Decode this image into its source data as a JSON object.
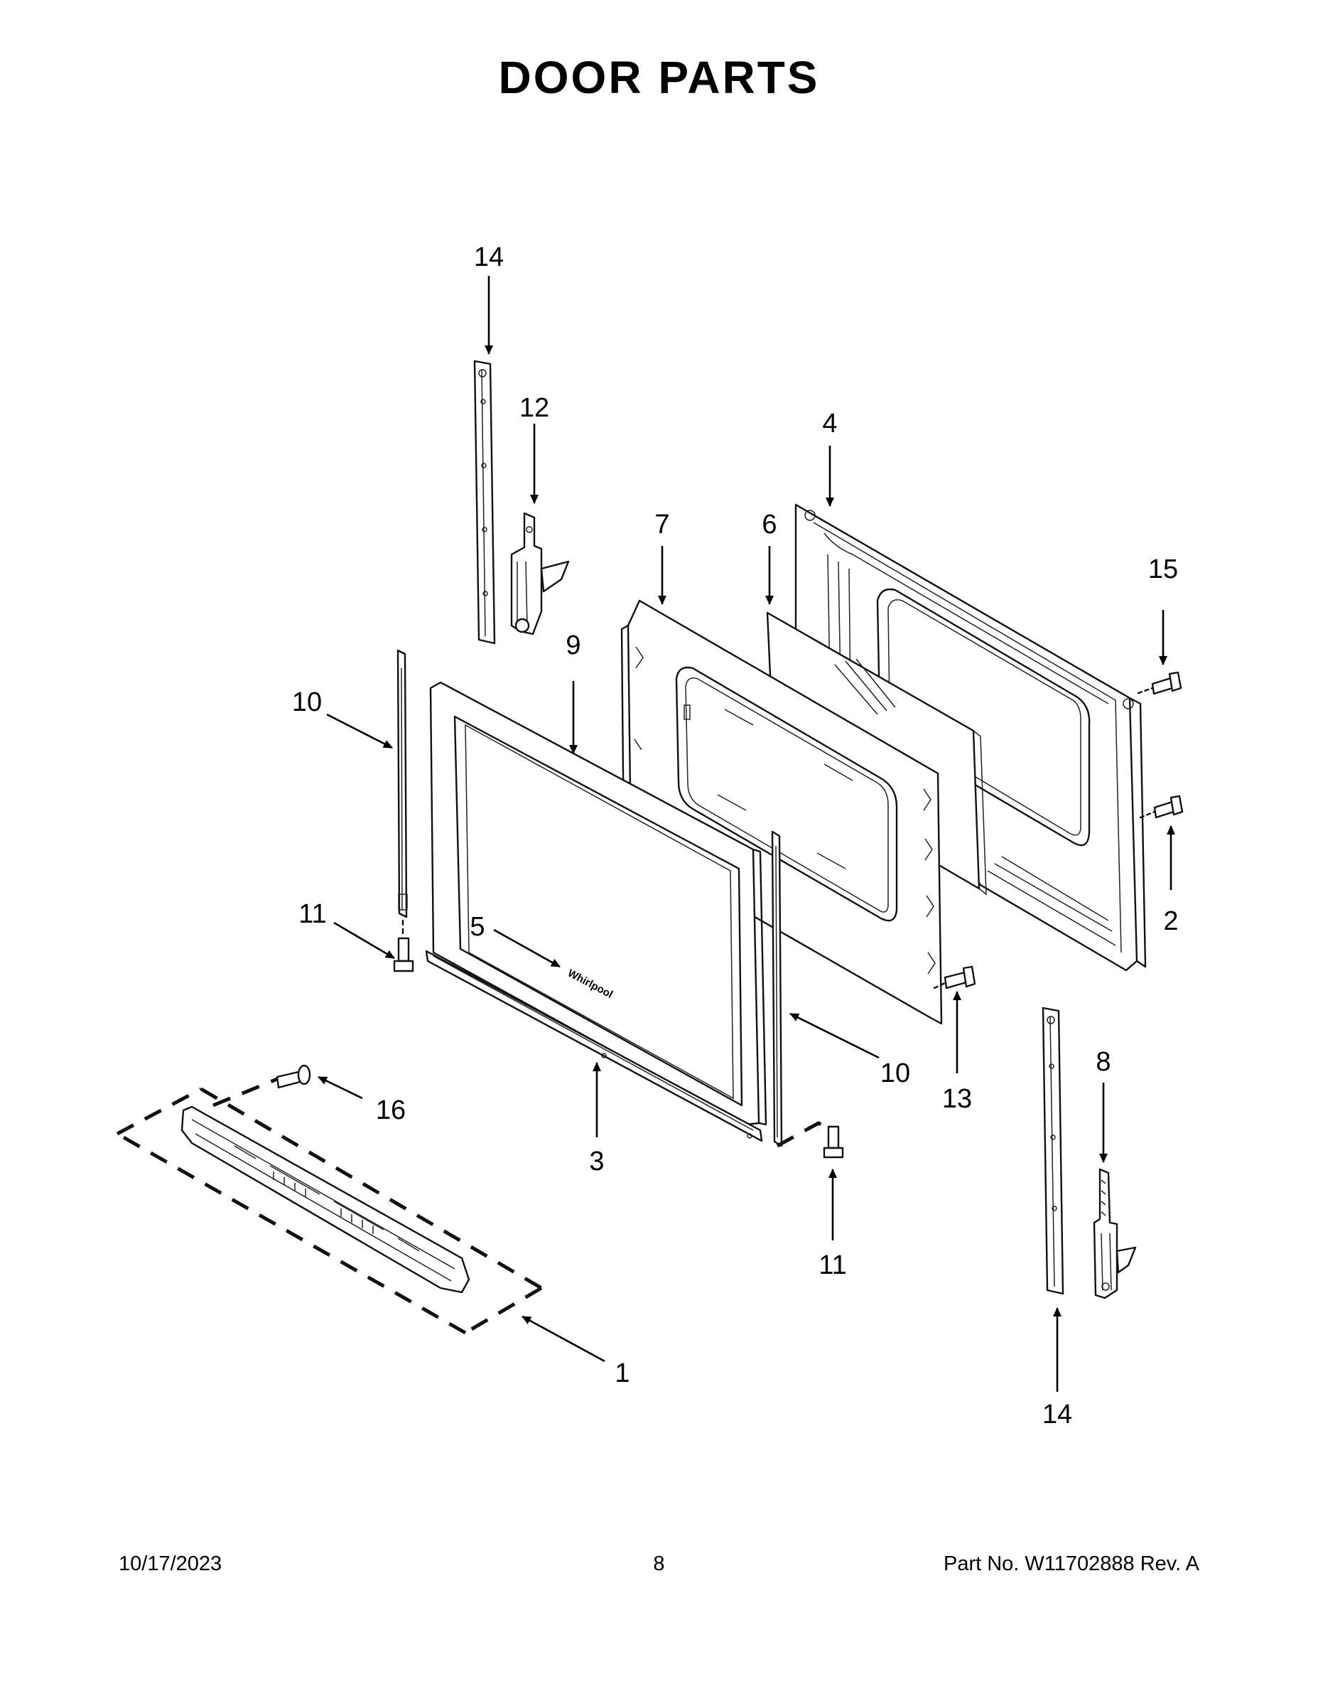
{
  "title": "DOOR PARTS",
  "callouts": {
    "c1": "1",
    "c2": "2",
    "c3": "3",
    "c4": "4",
    "c5": "5",
    "c6": "6",
    "c7": "7",
    "c8": "8",
    "c9": "9",
    "c10a": "10",
    "c10b": "10",
    "c11a": "11",
    "c11b": "11",
    "c12": "12",
    "c13": "13",
    "c14a": "14",
    "c14b": "14",
    "c15": "15",
    "c16": "16"
  },
  "footer": {
    "date": "10/17/2023",
    "page": "8",
    "part": "Part No.  W11702888  Rev.  A"
  },
  "logo_text": "Whirlpool"
}
